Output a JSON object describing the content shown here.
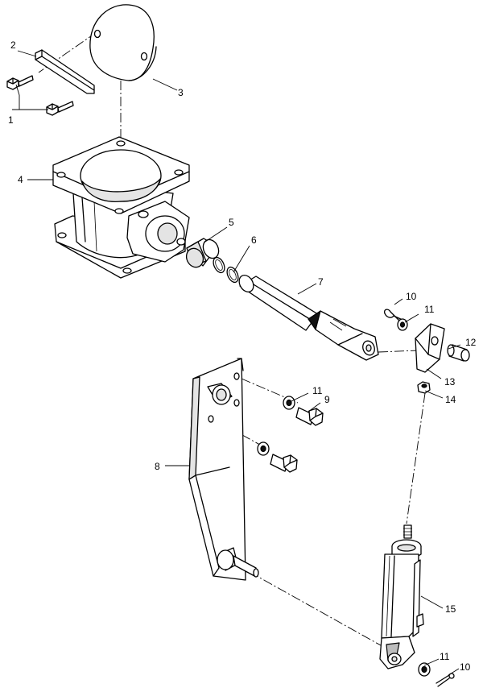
{
  "callouts": {
    "c1": "1",
    "c2": "2",
    "c3": "3",
    "c4": "4",
    "c5": "5",
    "c6": "6",
    "c7": "7",
    "c8": "8",
    "c9": "9",
    "c10a": "10",
    "c10b": "10",
    "c11a": "11",
    "c11b": "11",
    "c11c": "11",
    "c12": "12",
    "c13": "13",
    "c14": "14",
    "c15": "15"
  }
}
